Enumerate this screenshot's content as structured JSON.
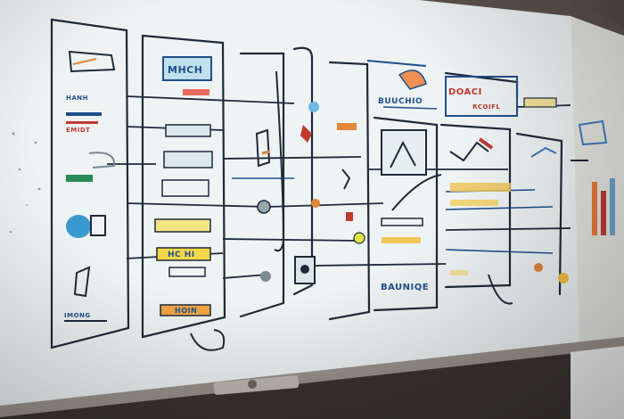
{
  "board": {
    "labels": {
      "top_box": "MHCH",
      "top_right": "DOACI",
      "top_right_sub": "RCOIFL",
      "mid_left_1": "HANH",
      "mid_left_2": "EMIDT",
      "yellow_1": "HC HI",
      "yellow_2": "HOIN",
      "bottom_center": "BAUNIQE",
      "bottom_left": "IMONG",
      "center_top": "BUUCHIO"
    }
  },
  "colors": {
    "ink_dark": "#1e2a3a",
    "ink_blue": "#1f4f8c",
    "ink_red": "#c03a2f",
    "ink_orange": "#e0873a",
    "ink_yellow": "#e5d23d",
    "board_white": "#f2f6f7",
    "frame": "#8c8580"
  }
}
